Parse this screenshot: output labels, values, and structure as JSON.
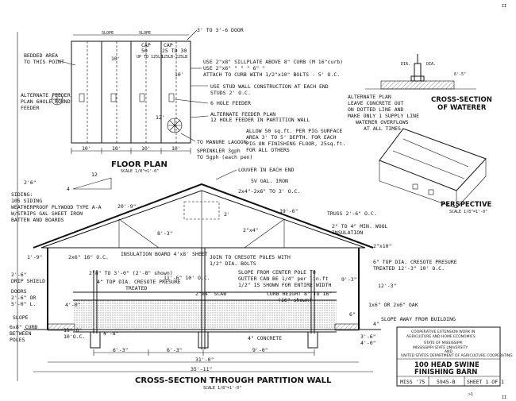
{
  "page_marks": {
    "top_right": "II",
    "bottom_right": "II",
    "bottom_mark": ">1"
  },
  "floor_plan": {
    "title": "FLOOR PLAN",
    "scale": "SCALE 1/8\"=1'-0\"",
    "slope_left": "SLOPE",
    "slope_right": "SLOPE",
    "door": "3' TO 3'-6 DOOR",
    "bedded_area": [
      "BEDDED AREA",
      "TO THIS POINT"
    ],
    "cap_1": [
      "CAP",
      "50",
      "UP TO 125LB"
    ],
    "cap_2": [
      "CAP",
      "25 TO 30",
      "125LB-225LB"
    ],
    "dim_10_a": "10'",
    "dim_10_b": "10'",
    "dim_12": "12'",
    "bottom_dims": [
      "10'",
      "10'",
      "10'",
      "10'"
    ],
    "alt_feeder_left": [
      "ALTERNATE FEEDER",
      "PLAN 6HOLE ROUND",
      "FEEDER"
    ],
    "notes": [
      "USE 2\"x8\" SILLPLATE ABOVE 8\" CURB (M 16\"curb)",
      "USE 2\"x6\"   \"      \"       \"   6\"    \"",
      "ATTACH TO CURB WITH 1/2\"x10\" BOLTS - 5' O.C.",
      "USE STUD WALL CONSTRUCTION AT EACH END",
      "STUDS 2' O.C.",
      "6 HOLE FEEDER",
      "ALTERNATE FEEDER PLAN",
      "12 HOLE FEEDER IN PARTITION WALL",
      "TO MANURE LAGOON",
      "SPRINKLER 3gph",
      "TO 5gph (each pen)"
    ],
    "allow_note": [
      "ALLOW 50 sq.ft. PER PIG SURFACE",
      "AREA 3' TO 5' DEPTH. FOR EACH",
      "PIG ON FINISHING FLOOR, 25sq.ft.",
      "FOR ALL OTHERS"
    ]
  },
  "waterer": {
    "dia_1": "DIA.",
    "dia_2": "DIA.",
    "dim_right": "6'-5\"",
    "title": [
      "CROSS-SECTION",
      "OF WATERER"
    ],
    "note": [
      "ALTERNATE PLAN",
      "LEAVE CONCRETE OUT",
      "ON DOTTED LINE AND",
      "MAKE ONLY 1 SUPPLY LINE",
      "WATERER OVERFLOWS",
      "AT ALL TIMES"
    ]
  },
  "perspective": {
    "title": "PERSPECTIVE",
    "scale": "SCALE 1/8\"=1'-0\""
  },
  "cross_section": {
    "title": "CROSS-SECTION THROUGH PARTITION WALL",
    "scale": "SCALE 1/8\"=1'-0\"",
    "pitch_12": "12",
    "pitch_4": "4",
    "left_labels": [
      "2'6\"",
      "SIDING:",
      "105 SIDING",
      "WEATHERPROOF PLYWOOD TYPE A-A",
      "W/STRIPS GAL SHEET IRON",
      "BATTEN AND BOARDS"
    ],
    "louver": "LOUVER IN EACH END",
    "gal_iron": "5V GAL. IRON",
    "rafter": "2x4\"-2x6\" TO 3' O.C.",
    "truss": "TRUSS 2'-6\" O.C.",
    "wool": [
      "2\" TO 4\" MIN. WOOL",
      "INSULATION"
    ],
    "dim_20": "20'-9\"",
    "dim_19": "19'-6\"",
    "dim_8_3": "8'-3\"",
    "dim_2x4": "2\"x4\"",
    "dim_2": "2'",
    "dim_2x10": "2\"x10\"",
    "dim_1_9": "1'-9\"",
    "studs": "2x6\" 16\" O.C.",
    "insulation": "INSULATION BOARD 4'x8' SHEET",
    "join": [
      "JOIN TO CRESOTE POLES WITH",
      "1/2\" DIA. BOLTS"
    ],
    "top_dia": [
      "6\" TOP DIA. CRESOTE PRESURE",
      "TREATED 12'-3\"  10' O.C."
    ],
    "drip": [
      "2'-6\"",
      "DRIP SHIELD"
    ],
    "doors": [
      "DOORS",
      "2'-6\" OR",
      "5'-0\" L."
    ],
    "rail": "2\"8\" TO 3'-0\" (2'-8\" shown)",
    "pole": [
      "4\" TOP DIA. CRESOTE PRESURE",
      "TREATED"
    ],
    "slope_note": [
      "SLOPE FROM CENTER POLE TO",
      "GUTTER CAN BE 1/4\" per lin.ft",
      "1/2\" IS SHOWN FOR ENTIRE WIDTH"
    ],
    "dim_11_6": "11'-6\" 10' O.C.",
    "dim_2x4_scab": "2\"x4\" SCAB",
    "curb": [
      "CURB HEIGHT 8\" TO 16\"",
      "(16\" shown)"
    ],
    "dim_9_3": "9'-3\"",
    "dim_12_3": "12'-3\"",
    "dim_4_0": "4'-0\"",
    "slope": "SLOPE",
    "curb_left": [
      "6x8\" CURB",
      "BETWEEN",
      "POLES"
    ],
    "dim_11_0": [
      "11'-0\"",
      "10'O.C."
    ],
    "dim_4_8": "4'-8\"",
    "concrete": "4\" CONCRETE",
    "fill_note": "1x6\" OR 2x6\" OAK",
    "slope_away": "SLOPE AWAY FROM BUILDING",
    "dim_3_6": [
      "3'-6\"",
      "4'-0\""
    ],
    "bottom_dims": [
      "6'-3\"",
      "6'-3\"",
      "9'-0\""
    ],
    "dim_31": "31'-0\"",
    "dim_35": "35'-11\"",
    "dim_4": "4\"",
    "dim_6": "6\""
  },
  "title_block": {
    "line1": "COOPERATIVE EXTENSION WORK IN",
    "line2": "AGRICULTURE AND HOME ECONOMICS",
    "line3": "STATE OF MISSISSIPPI",
    "line4": "MISSISSIPPI STATE UNIVERSITY",
    "line5": "AND",
    "line6": "UNITED STATES DEPARTMENT OF AGRICULTURE COOPERATING",
    "title1": "100 HEAD SWINE",
    "title2": "FINISHING BARN",
    "code1": "MISS '75",
    "code2": "5945-B",
    "code3": "SHEET 1 OF 1"
  }
}
